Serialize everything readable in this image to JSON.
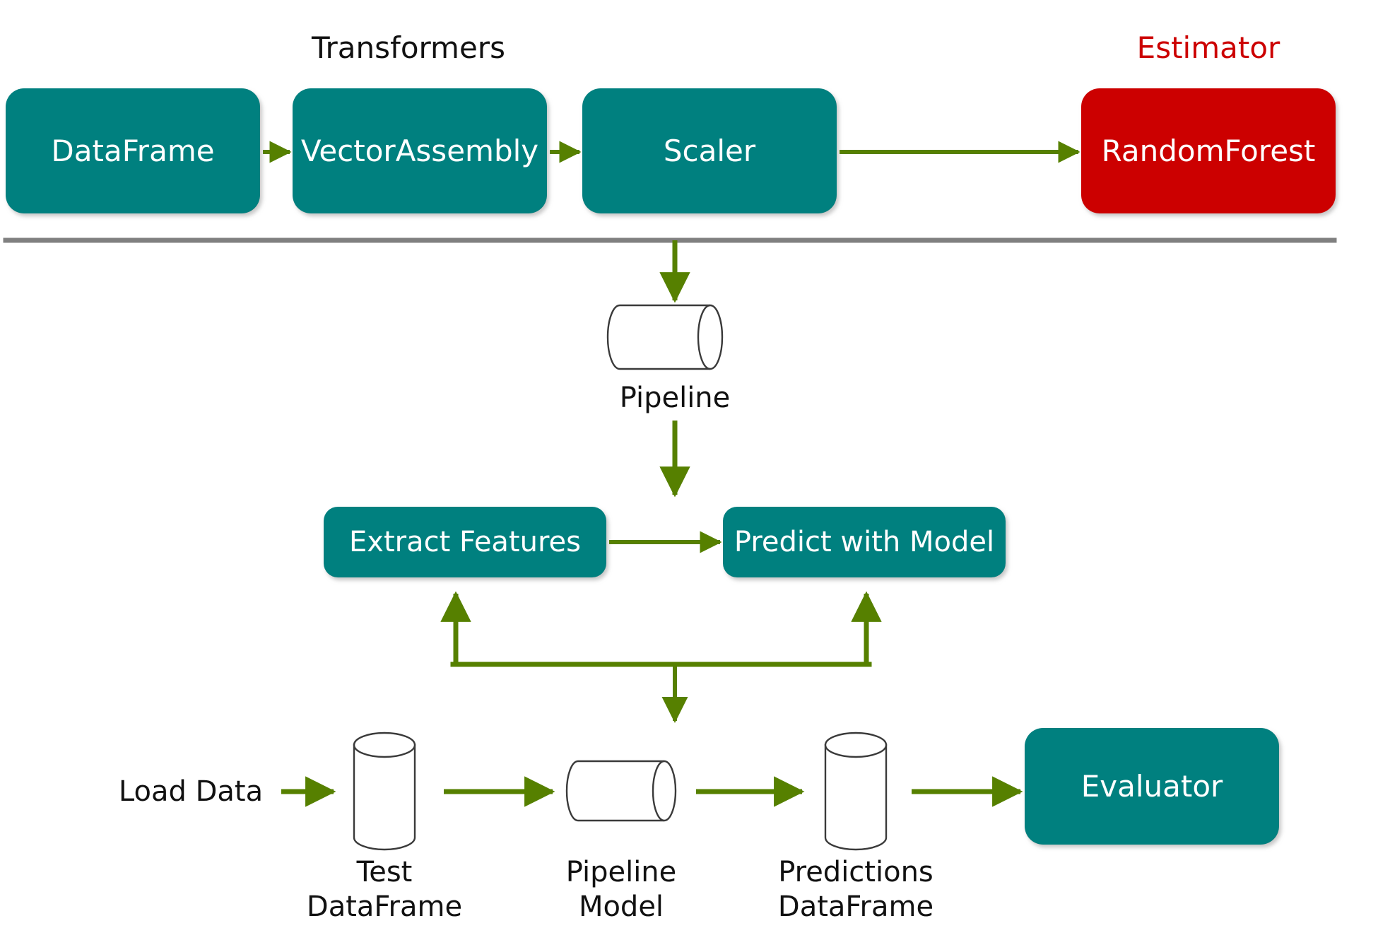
{
  "diagram": {
    "title_transformers": "Transformers",
    "title_estimator": "Estimator",
    "colors": {
      "teal": "#00807f",
      "red": "#cc0000",
      "green": "#568000",
      "gray_rule": "#808080",
      "cylinder_stroke": "#3a3a3a",
      "box_text": "#ffffff",
      "label_text": "#111111",
      "estimator_text": "#cc0000",
      "background": "#ffffff"
    },
    "top_row": {
      "group_label": "Transformers",
      "estimator_label": "Estimator",
      "boxes": [
        {
          "label": "DataFrame",
          "kind": "transformer",
          "color": "#00807f"
        },
        {
          "label": "VectorAssembly",
          "kind": "transformer",
          "color": "#00807f"
        },
        {
          "label": "Scaler",
          "kind": "transformer",
          "color": "#00807f"
        },
        {
          "label": "RandomForest",
          "kind": "estimator",
          "color": "#cc0000"
        }
      ]
    },
    "pipeline_node": {
      "label": "Pipeline",
      "shape": "cylinder-horizontal"
    },
    "middle_row": {
      "boxes": [
        {
          "label": "Extract Features",
          "color": "#00807f"
        },
        {
          "label": "Predict with Model",
          "color": "#00807f"
        }
      ]
    },
    "bottom_row": {
      "start_label": "Load Data",
      "nodes": [
        {
          "label": "Test\nDataFrame",
          "shape": "cylinder-vertical"
        },
        {
          "label": "Pipeline\nModel",
          "shape": "cylinder-horizontal"
        },
        {
          "label": "Predictions\nDataFrame",
          "shape": "cylinder-vertical"
        }
      ],
      "end_box": {
        "label": "Evaluator",
        "color": "#00807f"
      }
    },
    "connections": [
      {
        "from": "DataFrame",
        "to": "VectorAssembly",
        "style": "arrow-right"
      },
      {
        "from": "VectorAssembly",
        "to": "Scaler",
        "style": "arrow-right"
      },
      {
        "from": "Scaler",
        "to": "RandomForest",
        "style": "arrow-right"
      },
      {
        "from": "transformers-row",
        "to": "Pipeline",
        "style": "arrow-down"
      },
      {
        "from": "Pipeline",
        "to": "middle-row",
        "style": "arrow-down"
      },
      {
        "from": "Extract Features",
        "to": "Predict with Model",
        "style": "arrow-right"
      },
      {
        "from": "junction",
        "to": "Extract Features",
        "style": "arrow-up"
      },
      {
        "from": "junction",
        "to": "Predict with Model",
        "style": "arrow-up"
      },
      {
        "from": "junction",
        "to": "Pipeline Model",
        "style": "arrow-down"
      },
      {
        "from": "Load Data",
        "to": "Test DataFrame",
        "style": "arrow-right"
      },
      {
        "from": "Test DataFrame",
        "to": "Pipeline Model",
        "style": "arrow-right"
      },
      {
        "from": "Pipeline Model",
        "to": "Predictions DataFrame",
        "style": "arrow-right"
      },
      {
        "from": "Predictions DataFrame",
        "to": "Evaluator",
        "style": "arrow-right"
      }
    ]
  }
}
